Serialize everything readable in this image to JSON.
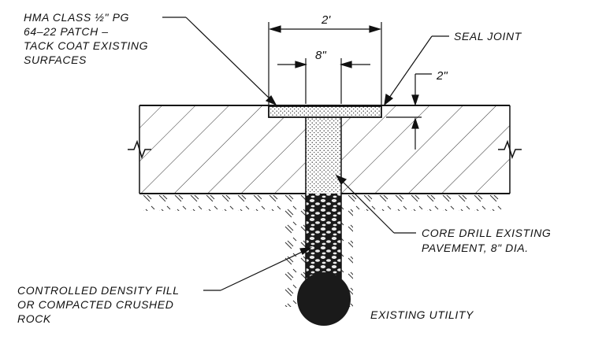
{
  "labels": {
    "hma_line1": "HMA CLASS ½\" PG",
    "hma_line2": "64–22 PATCH –",
    "hma_line3": "TACK COAT EXISTING",
    "hma_line4": "SURFACES",
    "seal_joint": "SEAL JOINT",
    "core_line1": "CORE DRILL EXISTING",
    "core_line2": "PAVEMENT, 8\" DIA.",
    "fill_line1": "CONTROLLED DENSITY FILL",
    "fill_line2": "OR COMPACTED CRUSHED",
    "fill_line3": "ROCK",
    "utility": "EXISTING UTILITY"
  },
  "dimensions": {
    "patch_width": "2'",
    "core_width": "8\"",
    "patch_depth": "2\""
  }
}
